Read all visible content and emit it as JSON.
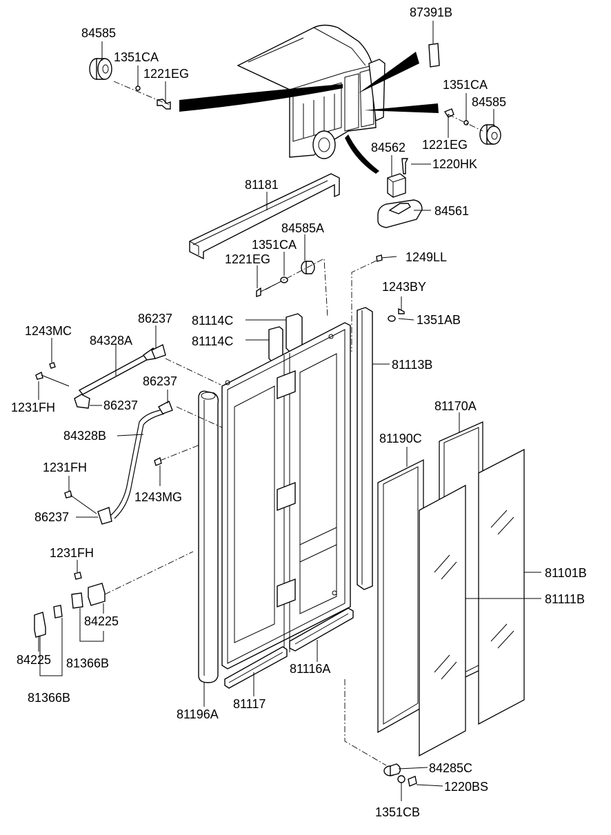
{
  "labels": {
    "p84585_top_left": "84585",
    "p1351CA_top_left": "1351CA",
    "p1221EG_top_left": "1221EG",
    "p87391B": "87391B",
    "p1351CA_right": "1351CA",
    "p84585_right": "84585",
    "p1221EG_right": "1221EG",
    "p84562": "84562",
    "p1220HK": "1220HK",
    "p81181": "81181",
    "p84561": "84561",
    "p84585A": "84585A",
    "p1351CA_mid": "1351CA",
    "p1221EG_mid": "1221EG",
    "p1249LL": "1249LL",
    "p1243BY": "1243BY",
    "p1351AB": "1351AB",
    "p1243MC": "1243MC",
    "p86237_a": "86237",
    "p81114C_a": "81114C",
    "p84328A": "84328A",
    "p81114C_b": "81114C",
    "p81113B": "81113B",
    "p1231FH_a": "1231FH",
    "p86237_b": "86237",
    "p86237_c": "86237",
    "p81170A": "81170A",
    "p84328B": "84328B",
    "p81190C": "81190C",
    "p1231FH_b": "1231FH",
    "p1243MG": "1243MG",
    "p86237_d": "86237",
    "p1231FH_c": "1231FH",
    "p81101B": "81101B",
    "p81111B": "81111B",
    "p84225_a": "84225",
    "p84225_b": "84225",
    "p81366B_a": "81366B",
    "p81116A": "81116A",
    "p81366B_b": "81366B",
    "p81117": "81117",
    "p81196A": "81196A",
    "p84285C": "84285C",
    "p1220BS": "1220BS",
    "p1351CB": "1351CB"
  }
}
